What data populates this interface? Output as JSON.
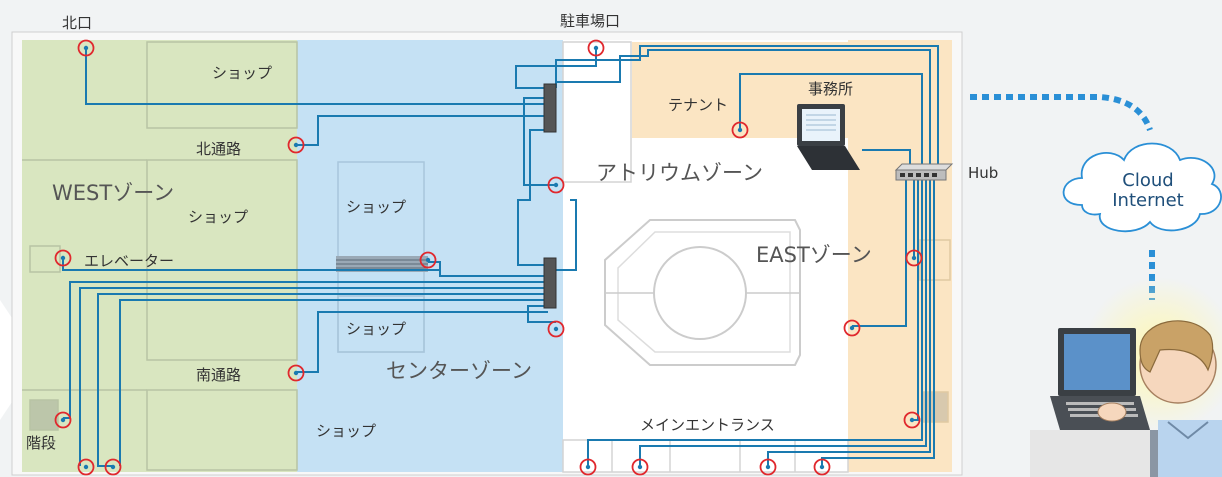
{
  "labels": {
    "north_gate": "北口",
    "parking_gate": "駐車場口",
    "tenant": "テナント",
    "office": "事務所",
    "hub": "Hub",
    "north_passage": "北通路",
    "south_passage": "南通路",
    "atrium_zone": "アトリウムゾーン",
    "west_zone": "WESTゾーン",
    "east_zone": "EASTゾーン",
    "center_zone": "センターゾーン",
    "shop_1": "ショップ",
    "shop_2": "ショップ",
    "shop_3": "ショップ",
    "shop_4": "ショップ",
    "shop_5": "ショップ",
    "elevator": "エレベーター",
    "stairs": "階段",
    "main_entrance": "メインエントランス"
  },
  "cloud": {
    "line1": "Cloud",
    "line2": "Internet"
  },
  "icons": {
    "camera_marker": "network-camera-icon",
    "switch": "network-switch-icon",
    "hub": "hub-icon",
    "laptop": "laptop-icon",
    "cloud": "cloud-icon",
    "operator": "operator-at-computer-icon"
  },
  "colors": {
    "west_zone": "#d9e6c0",
    "center_zone": "#c5e1f4",
    "east_zone": "#fbe5c3",
    "cable": "#1a7ab0",
    "marker": "#e0282d",
    "cloud_link": "#2a8fd6"
  }
}
